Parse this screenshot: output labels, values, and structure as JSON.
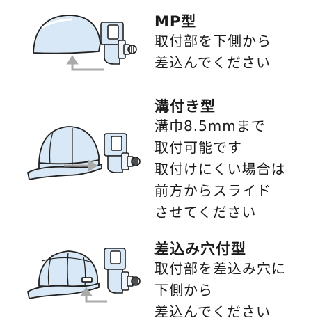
{
  "accent": "#d9e8f6",
  "arrow_color": "#aaaaaa",
  "sections": [
    {
      "icon": "mp-type-helmet-icon",
      "title": "MP型",
      "lines": [
        "取付部を下側から",
        "差込んでください"
      ]
    },
    {
      "icon": "groove-type-helmet-icon",
      "title": "溝付き型",
      "lines": [
        "溝巾8.5mmまで",
        "取付可能です",
        "取付けにくい場合は",
        "前方からスライド",
        "させてください"
      ]
    },
    {
      "icon": "insert-hole-type-helmet-icon",
      "title": "差込み穴付型",
      "lines": [
        "取付部を差込み穴に",
        "下側から",
        "差込んでください"
      ]
    }
  ]
}
